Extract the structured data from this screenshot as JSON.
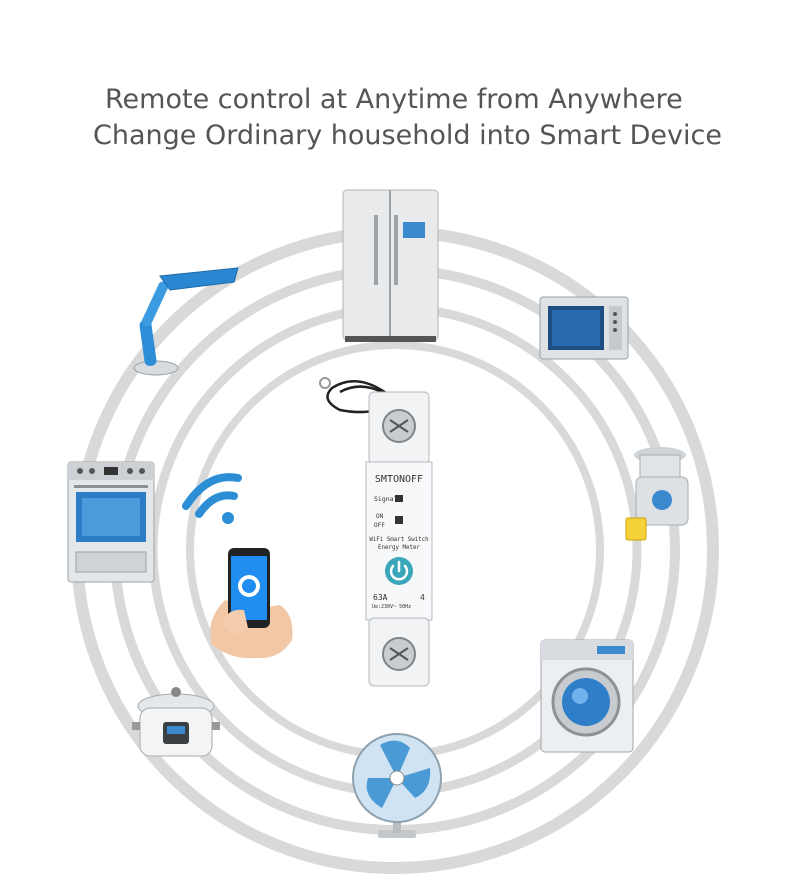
{
  "headline": {
    "line1": "Remote control at Anytime from Anywhere",
    "line2": "Change Ordinary household into Smart Device"
  },
  "device": {
    "brand": "SMTONOFF",
    "signal_label": "Signal",
    "on_label": "ON",
    "off_label": "OFF",
    "desc_line1": "WiFi Smart Switch",
    "desc_line2": "Energy Meter",
    "rating": "63A",
    "spec": "Ue:230V~ 50Hz",
    "pole_mark": "4"
  },
  "colors": {
    "ring": "#d9d9d9",
    "accent_blue": "#2c8fd6",
    "power_teal": "#3aa6b9",
    "text_gray": "#555555"
  },
  "icons": [
    "refrigerator-icon",
    "microwave-icon",
    "juicer-icon",
    "washing-machine-icon",
    "fan-icon",
    "rice-cooker-icon",
    "oven-icon",
    "desk-lamp-icon",
    "wifi-icon",
    "smartphone-hand-icon"
  ]
}
